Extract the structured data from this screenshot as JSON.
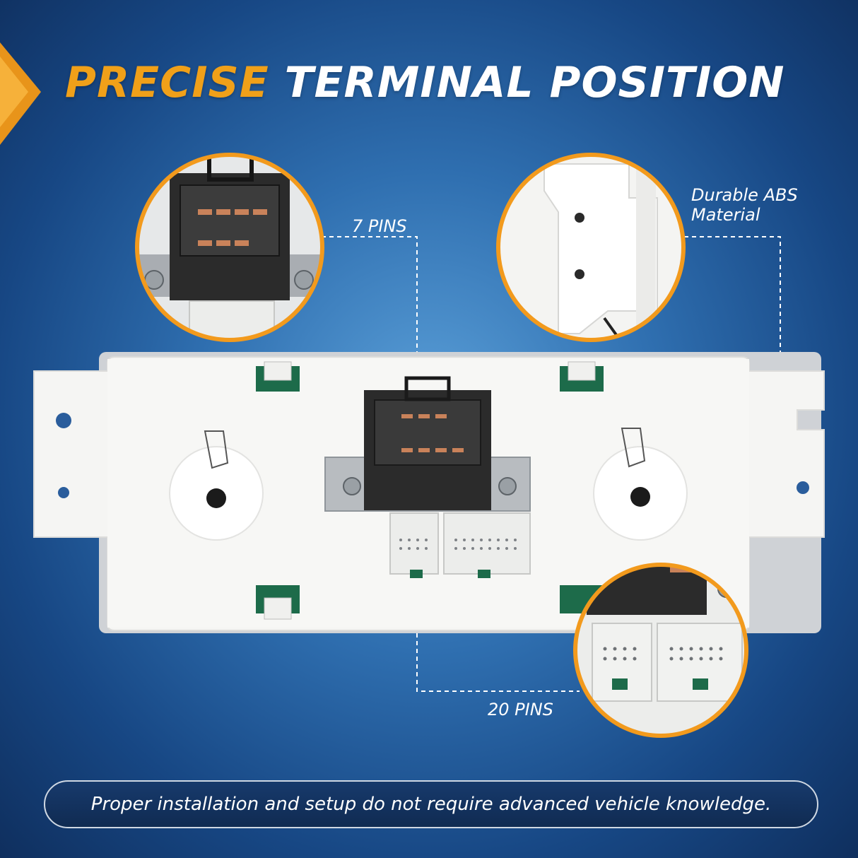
{
  "headline": {
    "word1": "PRECISE",
    "word2": "TERMINAL POSITION"
  },
  "callouts": {
    "pins7": "7 PINS",
    "abs_line1": "Durable ABS",
    "abs_line2": "Material",
    "pins20": "20 PINS"
  },
  "note": "Proper installation and setup do not require advanced vehicle knowledge.",
  "colors": {
    "accent": "#f0a019",
    "background": "#2f6fb0",
    "panel": "#f4f4f2"
  },
  "icons": [
    "corner-chevron-icon",
    "screw-icon",
    "connector-icon"
  ]
}
